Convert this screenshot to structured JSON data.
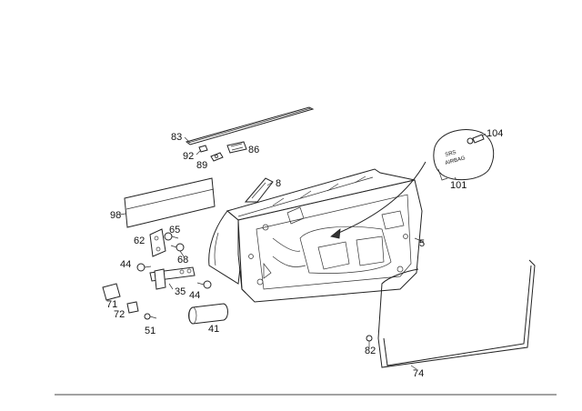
{
  "labels": {
    "l83": "83",
    "l86": "86",
    "l92": "92",
    "l89": "89",
    "l8": "8",
    "l104": "104",
    "l101": "101",
    "l98": "98",
    "l65": "65",
    "l62": "62",
    "l68": "68",
    "l5": "5",
    "l44a": "44",
    "l44b": "44",
    "l35": "35",
    "l71": "71",
    "l72": "72",
    "l41": "41",
    "l51": "51",
    "l82": "82",
    "l74": "74"
  },
  "airbag_cover_text": {
    "line1": "SRS",
    "line2": "AIRBAG"
  }
}
